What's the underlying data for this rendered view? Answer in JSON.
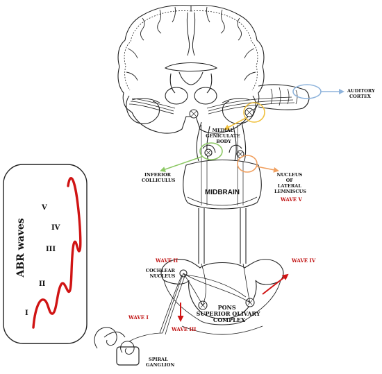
{
  "colors": {
    "wave": "#d01414",
    "arrow_red": "#d01414",
    "auditory_cortex": "#8fb4dc",
    "medial_geniculate": "#f0c03c",
    "inferior_colliculus": "#8cc864",
    "lateral_lemniscus": "#f0a060",
    "label_red": "#c01010"
  },
  "labels": {
    "auditory_cortex": [
      "AUDITORY",
      "CORTEX"
    ],
    "medial_geniculate": [
      "MEDIAL",
      "GENICULATE",
      "BODY"
    ],
    "inferior_colliculus": [
      "INFERIOR",
      "COLLICULUS"
    ],
    "lateral_lemniscus": [
      "NUCLEUS",
      "OF",
      "LATERAL",
      "LEMNISCUS"
    ],
    "midbrain": "MIDBRAIN",
    "cochlear_nucleus": [
      "COCHLEAR",
      "NUCLEUS"
    ],
    "pons": [
      "PONS",
      "SUPERIOR OLIVARY",
      "COMPLEX"
    ],
    "spiral_ganglion": [
      "SPIRAL",
      "GANGLION"
    ]
  },
  "waves": {
    "wave_i": "WAVE I",
    "wave_ii": "WAVE II",
    "wave_iii": "WAVE III",
    "wave_iv": "WAVE IV",
    "wave_v": "WAVE V"
  },
  "abr_panel": {
    "title": "ABR waves",
    "peaks": [
      "I",
      "II",
      "III",
      "IV",
      "V"
    ]
  }
}
